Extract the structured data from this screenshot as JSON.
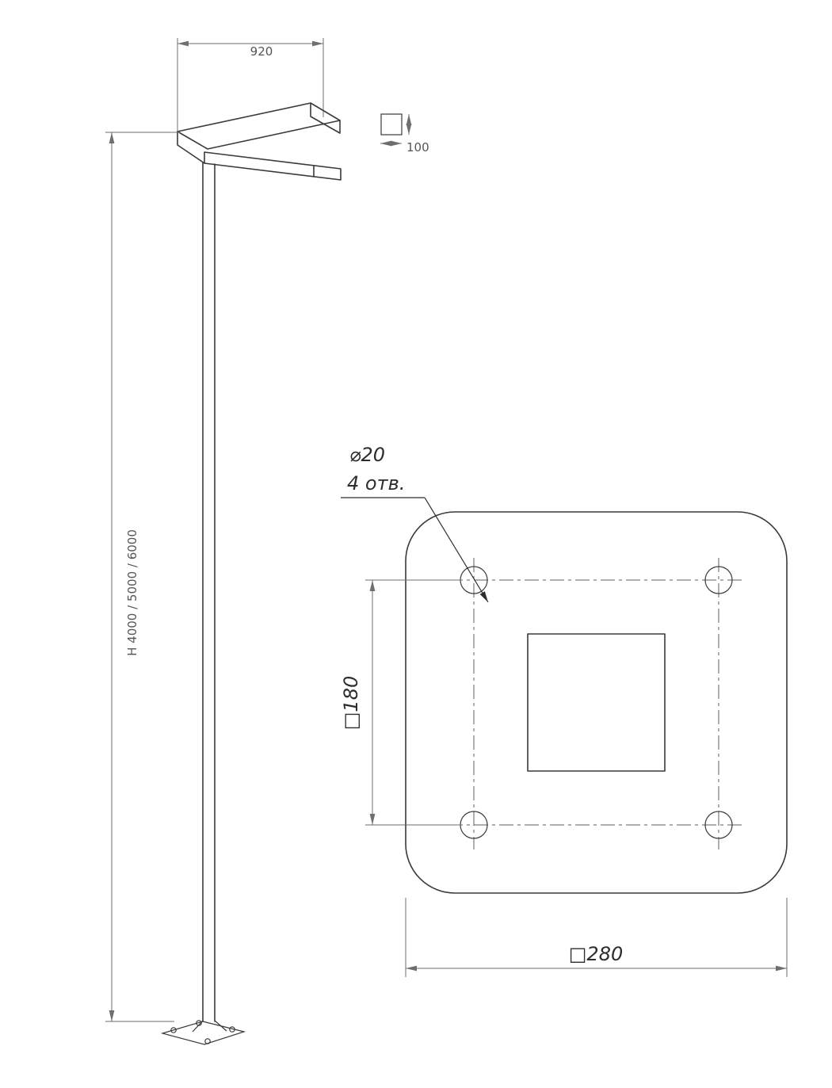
{
  "labels": {
    "arm_length": "920",
    "tube_section": "100",
    "pole_height": "H 4000 / 5000 / 6000",
    "hole_diameter": "⌀20",
    "hole_count": "4 отв.",
    "bolt_spacing": "□180",
    "plate_width": "□280"
  },
  "colors": {
    "background": "#ffffff",
    "outline": "#3a3a3a",
    "dimension": "#6e6e6e",
    "dimension_text": "#555555",
    "label_text": "#2d2d2d"
  }
}
